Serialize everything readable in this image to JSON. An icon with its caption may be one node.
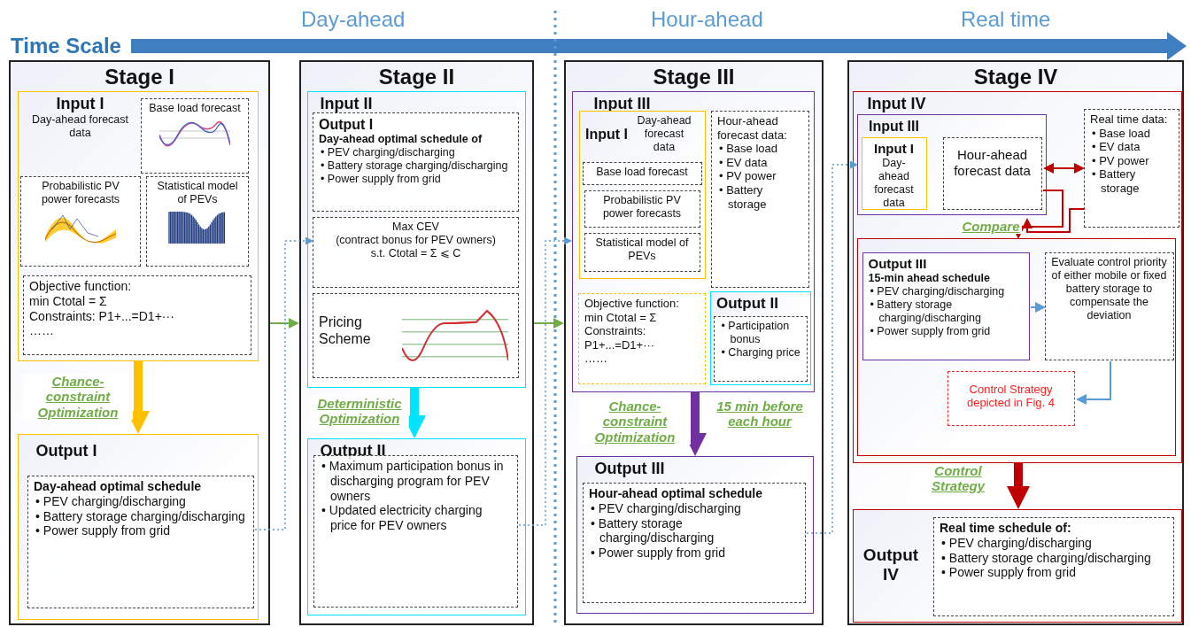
{
  "diagram": {
    "nodes": [
      {
        "text": [
          "Stage I"
        ]
      },
      {
        "text": [
          "Input I",
          "Day-ahead forecast data"
        ],
        "in": 0
      },
      {
        "text": [
          "Base load forecast"
        ],
        "in": 1
      },
      {
        "text": [
          "Probabilistic PV power forecasts"
        ],
        "in": 1
      },
      {
        "text": [
          "Statistical model of PEVs"
        ],
        "in": 1
      },
      {
        "text": [
          "Objective function:",
          "min Ctotal = Σ",
          "Constraints: P1+...=D1+···",
          "……"
        ],
        "in": 1
      },
      {
        "text": [
          "Output I"
        ],
        "in": 0
      },
      {
        "text": [
          "Day-ahead optimal schedule",
          "• PEV charging/discharging",
          "• Battery storage charging/discharging",
          "• Power supply from grid"
        ],
        "in": 6
      },
      {
        "text": [
          "Stage II"
        ]
      },
      {
        "text": [
          "Input II"
        ],
        "in": 8
      },
      {
        "text": [
          "Output I",
          "Day-ahead optimal schedule of",
          "• PEV charging/discharging",
          "• Battery storage charging/discharging",
          "• Power supply from grid"
        ],
        "in": 9
      },
      {
        "text": [
          "Max CEV",
          "(contract bonus for PEV owners)",
          "s.t. Ctotal = Σ ⩽ C"
        ],
        "in": 9
      },
      {
        "text": [
          "Pricing Scheme"
        ],
        "in": 9
      },
      {
        "text": [
          "Output II"
        ],
        "in": 8
      },
      {
        "text": [
          "• Maximum participation bonus in discharging program for PEV owners",
          "• Updated electricity charging price for PEV owners"
        ],
        "in": 13
      },
      {
        "text": [
          "Stage III"
        ]
      },
      {
        "text": [
          "Input III"
        ],
        "in": 15
      },
      {
        "text": [
          "Input I",
          "Day-ahead forecast data"
        ],
        "in": 16
      },
      {
        "text": [
          "Base load forecast"
        ],
        "in": 17
      },
      {
        "text": [
          "Probabilistic PV power forecasts"
        ],
        "in": 17
      },
      {
        "text": [
          "Statistical model of PEVs"
        ],
        "in": 17
      },
      {
        "text": [
          "Hour-ahead forecast data:",
          "• Base load",
          "• EV data",
          "• PV power",
          "• Battery storage"
        ],
        "in": 16
      },
      {
        "text": [
          "Objective function:",
          "min Ctotal = Σ",
          "Constraints:",
          "P1+...=D1+···",
          "……"
        ],
        "in": 16
      },
      {
        "text": [
          "Output II"
        ],
        "in": 16
      },
      {
        "text": [
          "• Participation bonus",
          "• Charging price"
        ],
        "in": 23
      },
      {
        "text": [
          "Output III"
        ],
        "in": 15
      },
      {
        "text": [
          "Hour-ahead optimal schedule",
          "• PEV charging/discharging",
          "• Battery storage charging/discharging",
          "• Power supply from grid"
        ],
        "in": 25
      },
      {
        "text": [
          "Stage IV"
        ]
      },
      {
        "text": [
          "Input IV"
        ],
        "in": 27
      },
      {
        "text": [
          "Input III"
        ],
        "in": 28
      },
      {
        "text": [
          "Input I",
          "Day-ahead forecast data"
        ],
        "in": 29
      },
      {
        "text": [
          "Hour-ahead forecast data"
        ],
        "in": 29
      },
      {
        "text": [
          "Real time data:",
          "• Base load",
          "• EV data",
          "• PV power",
          "• Battery storage"
        ],
        "in": 28
      },
      {
        "text": [],
        "shape": "box",
        "in": 28
      },
      {
        "text": [
          "Output III",
          "15-min ahead schedule",
          "• PEV charging/discharging",
          "• Battery storage charging/discharging",
          "• Power supply from grid"
        ],
        "in": 33
      },
      {
        "text": [
          "Evaluate control priority of either mobile or fixed battery storage to compensate the deviation"
        ],
        "in": 33
      },
      {
        "text": [
          "Control Strategy depicted in Fig. 4"
        ],
        "in": 33
      },
      {
        "text": [
          "Output IV"
        ],
        "in": 27
      },
      {
        "text": [
          "Real time schedule of:",
          "• PEV charging/discharging",
          "• Battery storage charging/discharging",
          "• Power supply from grid"
        ],
        "in": 37
      }
    ],
    "edges": [
      {
        "from": 1,
        "to": 6,
        "arrow": "to",
        "label": "Chance-constraint Optimization",
        "style": "thick",
        "color": "#ffc000"
      },
      {
        "from": 0,
        "to": 8,
        "arrow": "to",
        "color": "#70ad47"
      },
      {
        "from": 7,
        "to": 10,
        "arrow": "to",
        "style": "dashed"
      },
      {
        "from": 9,
        "to": 13,
        "arrow": "to",
        "label": "Deterministic Optimization",
        "style": "thick",
        "color": "#00e5ff"
      },
      {
        "from": 8,
        "to": 15,
        "arrow": "to",
        "color": "#70ad47"
      },
      {
        "from": 14,
        "to": 16,
        "arrow": "to",
        "style": "dashed"
      },
      {
        "from": 16,
        "to": 25,
        "arrow": "to",
        "label": "Chance-constraint Optimization",
        "style": "thick",
        "color": "#7030a0"
      },
      {
        "from": 26,
        "to": 29,
        "arrow": "to",
        "style": "dashed"
      },
      {
        "from": 31,
        "to": 32,
        "arrow": "both",
        "color": "#c00000"
      },
      {
        "from": 31,
        "to": 33,
        "arrow": "to",
        "label": "Compare",
        "color": "#c00000"
      },
      {
        "from": 32,
        "to": 33,
        "arrow": "to",
        "color": "#c00000"
      },
      {
        "from": 34,
        "to": 35,
        "arrow": "to"
      },
      {
        "from": 35,
        "to": 36,
        "arrow": "to"
      },
      {
        "from": 28,
        "to": 37,
        "arrow": "to",
        "label": "Control Strategy",
        "style": "thick",
        "color": "#c00000"
      }
    ],
    "labels": [
      "Time Scale",
      "Day-ahead",
      "Hour-ahead",
      "Real time",
      "15 min before each hour"
    ]
  }
}
